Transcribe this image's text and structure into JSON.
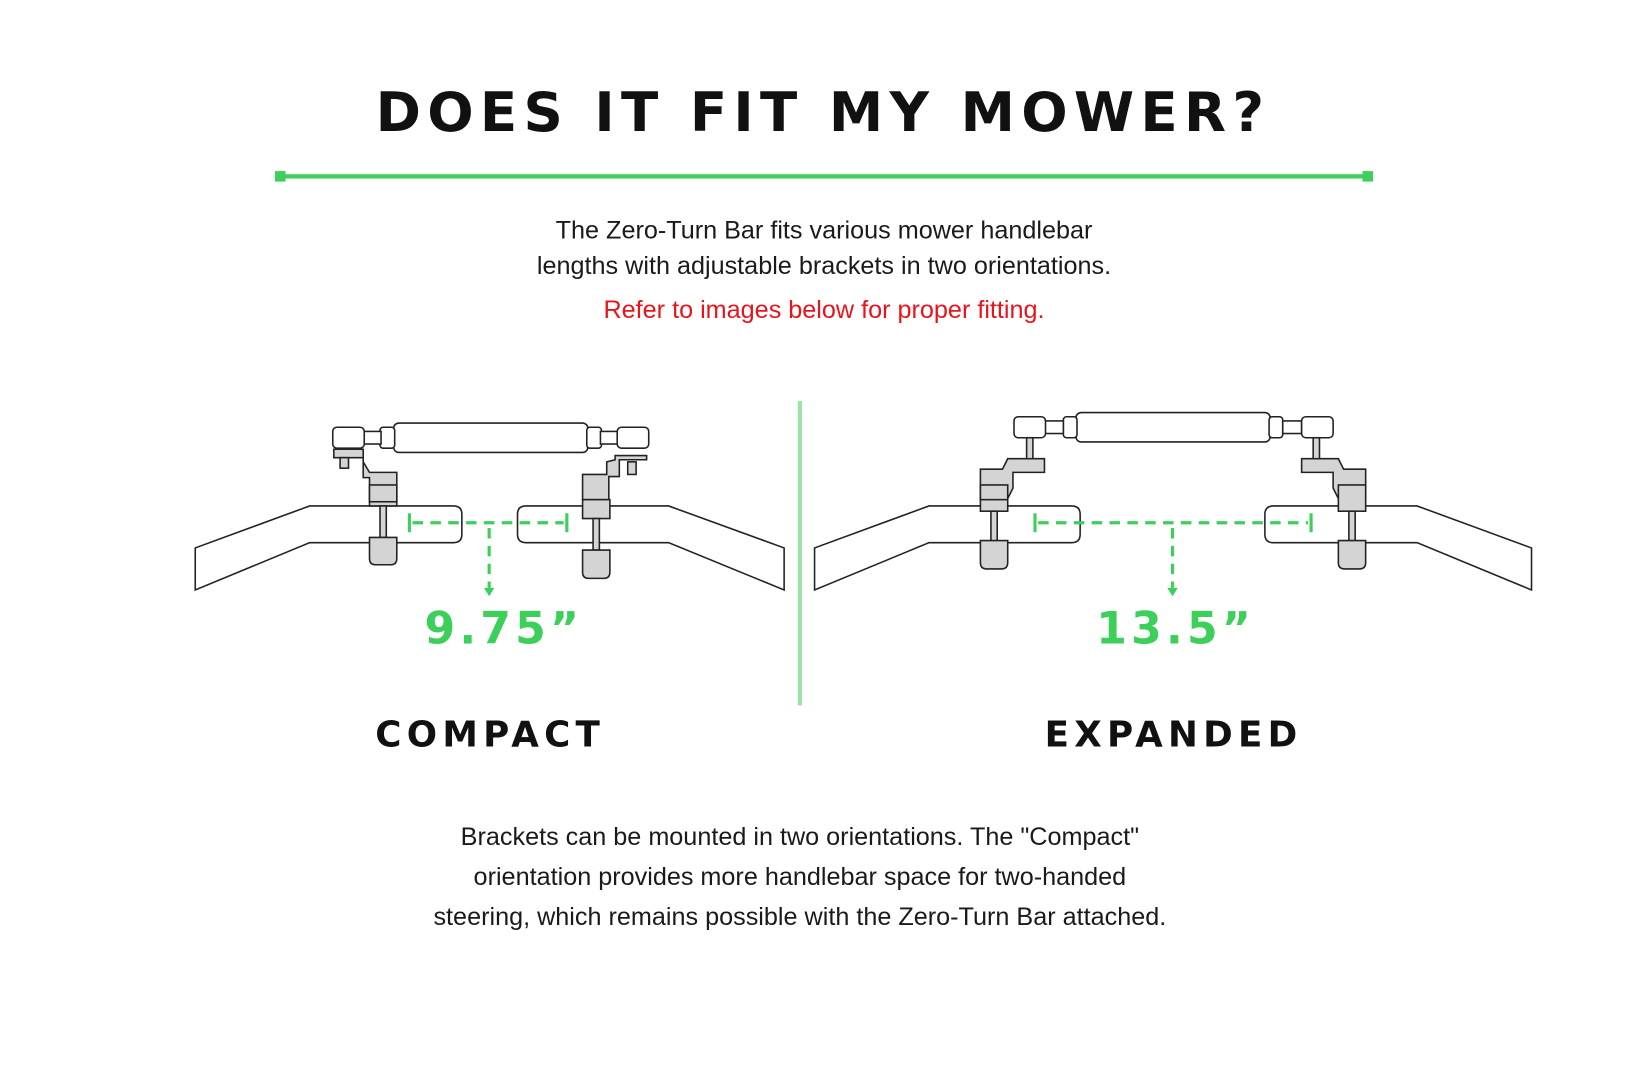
{
  "title": "DOES IT FIT MY MOWER?",
  "intro": {
    "line1": "The Zero-Turn Bar fits various mower handlebar",
    "line2": "lengths with adjustable brackets in two orientations.",
    "note": "Refer to images below for proper fitting."
  },
  "configurations": [
    {
      "label": "COMPACT",
      "measurement": "9.75”"
    },
    {
      "label": "EXPANDED",
      "measurement": "13.5”"
    }
  ],
  "outro": {
    "line1": "Brackets can be mounted in two orientations. The \"Compact\"",
    "line2": "orientation provides more handlebar space for two-handed",
    "line3": "steering, which remains possible with the Zero-Turn Bar attached."
  },
  "colors": {
    "accent": "#3ccf5a",
    "divider": "#9be3a8",
    "warning": "#e8141c",
    "bracket": "#d4d4d4"
  }
}
